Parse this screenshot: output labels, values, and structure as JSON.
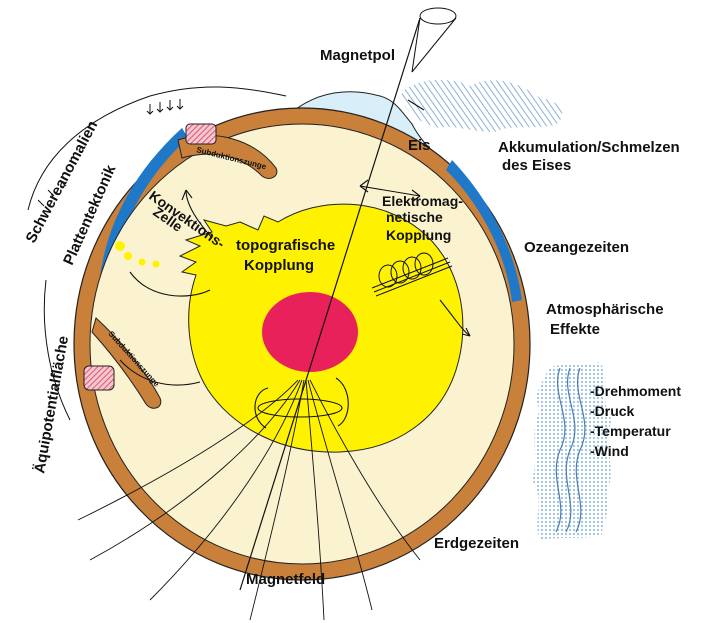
{
  "labels": {
    "magnetpol": "Magnetpol",
    "eis": "Eis",
    "akkumulation": "Akkumulation/Schmelzen",
    "des_eises": "des Eises",
    "elektro_1": "Elektromag-",
    "elektro_2": "netische",
    "elektro_3": "Kopplung",
    "ozean": "Ozeangezeiten",
    "atmos_1": "Atmosphärische",
    "atmos_2": "Effekte",
    "drehmoment": "-Drehmoment",
    "druck": "-Druck",
    "temperatur": "-Temperatur",
    "wind": "-Wind",
    "erdgezeiten": "Erdgezeiten",
    "magnetfeld": "Magnetfeld",
    "topo_1": "topografische",
    "topo_2": "Kopplung",
    "konvektion_1": "Konvektions-",
    "konvektion_2": "Zelle",
    "subduktion_top": "Subduktionszunge",
    "subduktion_bottom": "Subduktionszunge",
    "schwere": "Schwereanomalien",
    "platten": "Plattentektonik",
    "aequipotential": "Äquipotentialfläche"
  },
  "colors": {
    "mantle": "#fbf2cf",
    "crust": "#c8803a",
    "outer_core": "#fff200",
    "inner_core": "#e8215a",
    "ocean": "#1f78c8",
    "ice": "#d6ecf8",
    "air": "#8fb8dc"
  }
}
